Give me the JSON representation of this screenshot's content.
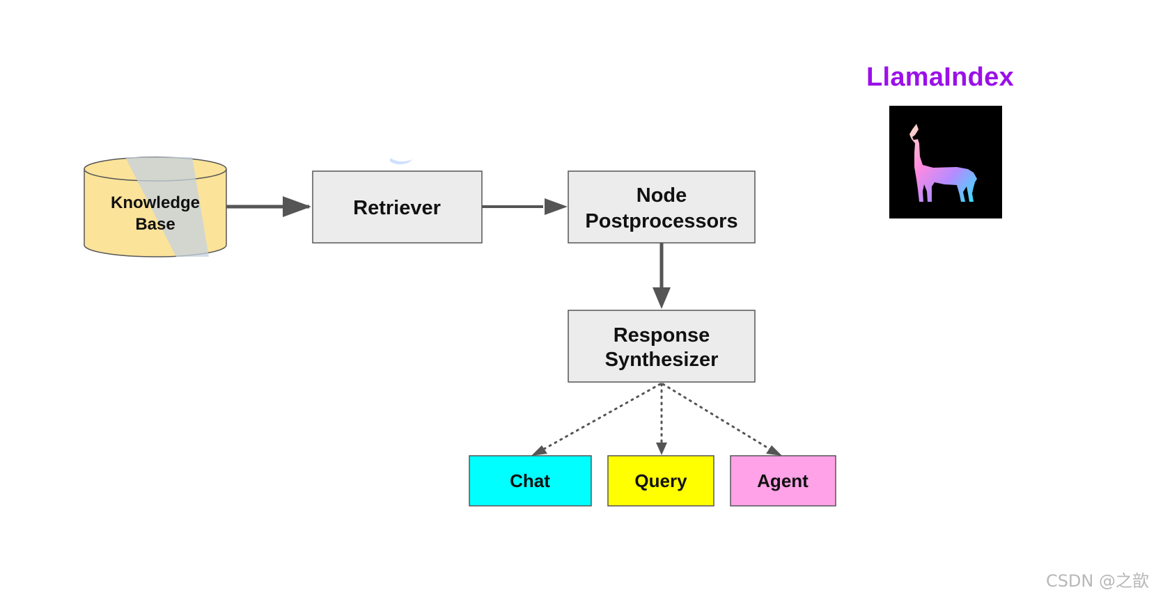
{
  "diagram": {
    "knowledge_base": {
      "line1": "Knowledge",
      "line2": "Base"
    },
    "retriever": "Retriever",
    "node_postprocessors": {
      "line1": "Node",
      "line2": "Postprocessors"
    },
    "response_synthesizer": {
      "line1": "Response",
      "line2": "Synthesizer"
    },
    "outputs": {
      "chat": "Chat",
      "query": "Query",
      "agent": "Agent"
    }
  },
  "brand": {
    "title": "LlamaIndex",
    "logo_icon": "llama-icon"
  },
  "colors": {
    "box_fill": "#ececec",
    "box_stroke": "#555555",
    "cylinder_fill": "#fbe39a",
    "brand": "#9b10e8",
    "chat": "#00ffff",
    "query": "#ffff00",
    "agent": "#ffa2e8",
    "arrow": "#555555"
  },
  "watermark": "CSDN @之歆"
}
